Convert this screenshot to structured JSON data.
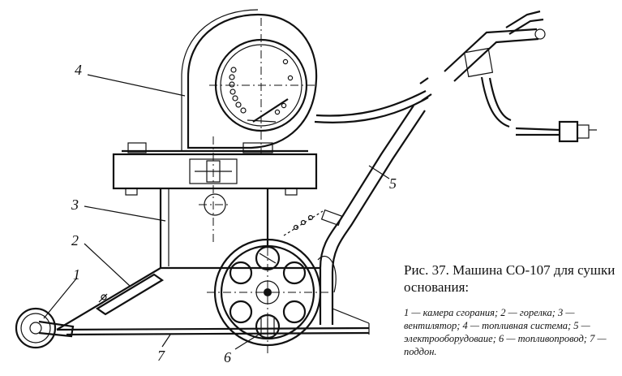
{
  "caption": {
    "title": "Рис. 37. Машина СО-107 для сушки основания:",
    "legend": "1 — камера сгорания; 2 — горелка; 3 — вентилятор; 4 — топливная система; 5 — электрооборудоваие; 6 — топливопровод; 7 — поддон."
  },
  "labels": {
    "l1": "1",
    "l2": "2",
    "l3": "3",
    "l4": "4",
    "l5": "5",
    "l6": "6",
    "l7": "7"
  }
}
